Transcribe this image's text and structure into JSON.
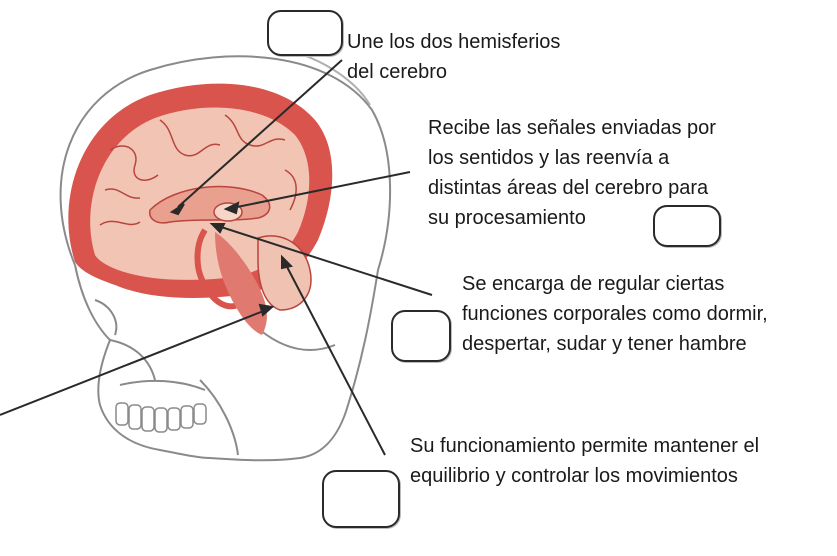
{
  "labels": {
    "corpus": [
      "Une los dos hemisferios",
      "del cerebro"
    ],
    "thalamus": [
      "Recibe las señales enviadas por",
      "los sentidos y las reenvía a",
      "distintas áreas del cerebro para",
      "su procesamiento"
    ],
    "hypothalamus": [
      "Se encarga de regular ciertas",
      "funciones corporales como dormir,",
      "despertar, sudar y tener hambre"
    ],
    "cerebellum": [
      "Su funcionamiento permite mantener el",
      "equilibrio y controlar los movimientos"
    ]
  },
  "colors": {
    "cortex": "#d9544d",
    "brain_interior": "#f2c4b4",
    "skull_outline": "#8a8a8a",
    "leader_line": "#2a2a2a"
  }
}
